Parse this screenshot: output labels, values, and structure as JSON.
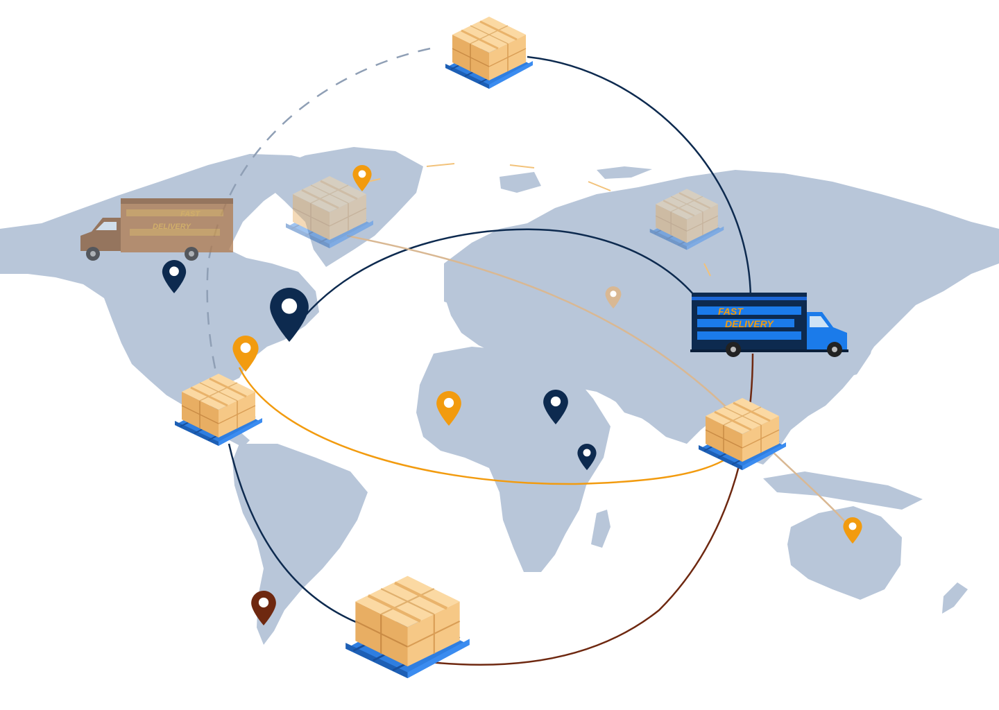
{
  "illustration": {
    "subject": "global logistics map",
    "colors": {
      "land": "#b8c6d9",
      "navy": "#0d2a4f",
      "orange": "#f29b0f",
      "brown": "#6e2810",
      "tan": "#d9b893",
      "box": "#f4c37d",
      "pallet": "#2f7ee0"
    }
  },
  "trucks": [
    {
      "id": "faded-truck",
      "line1": "FAST",
      "line2": "DELIVERY",
      "style": "faded"
    },
    {
      "id": "blue-truck",
      "line1": "FAST",
      "line2": "DELIVERY",
      "style": "solid"
    }
  ],
  "pins": [
    {
      "id": "pin-canada",
      "color": "navy"
    },
    {
      "id": "pin-new-york",
      "color": "navy"
    },
    {
      "id": "pin-usa-south",
      "color": "orange"
    },
    {
      "id": "pin-greenland",
      "color": "orange"
    },
    {
      "id": "pin-west-africa",
      "color": "orange"
    },
    {
      "id": "pin-egypt",
      "color": "navy"
    },
    {
      "id": "pin-east-africa",
      "color": "navy"
    },
    {
      "id": "pin-central-asia",
      "color": "tan"
    },
    {
      "id": "pin-australia",
      "color": "orange"
    },
    {
      "id": "pin-argentina",
      "color": "brown"
    }
  ],
  "pallets": [
    {
      "id": "pallet-north-pole",
      "opacity": 1
    },
    {
      "id": "pallet-greenland",
      "opacity": 0.45
    },
    {
      "id": "pallet-russia",
      "opacity": 0.45
    },
    {
      "id": "pallet-central-america",
      "opacity": 1
    },
    {
      "id": "pallet-south-east-asia",
      "opacity": 1
    },
    {
      "id": "pallet-south-atlantic",
      "opacity": 1
    }
  ]
}
